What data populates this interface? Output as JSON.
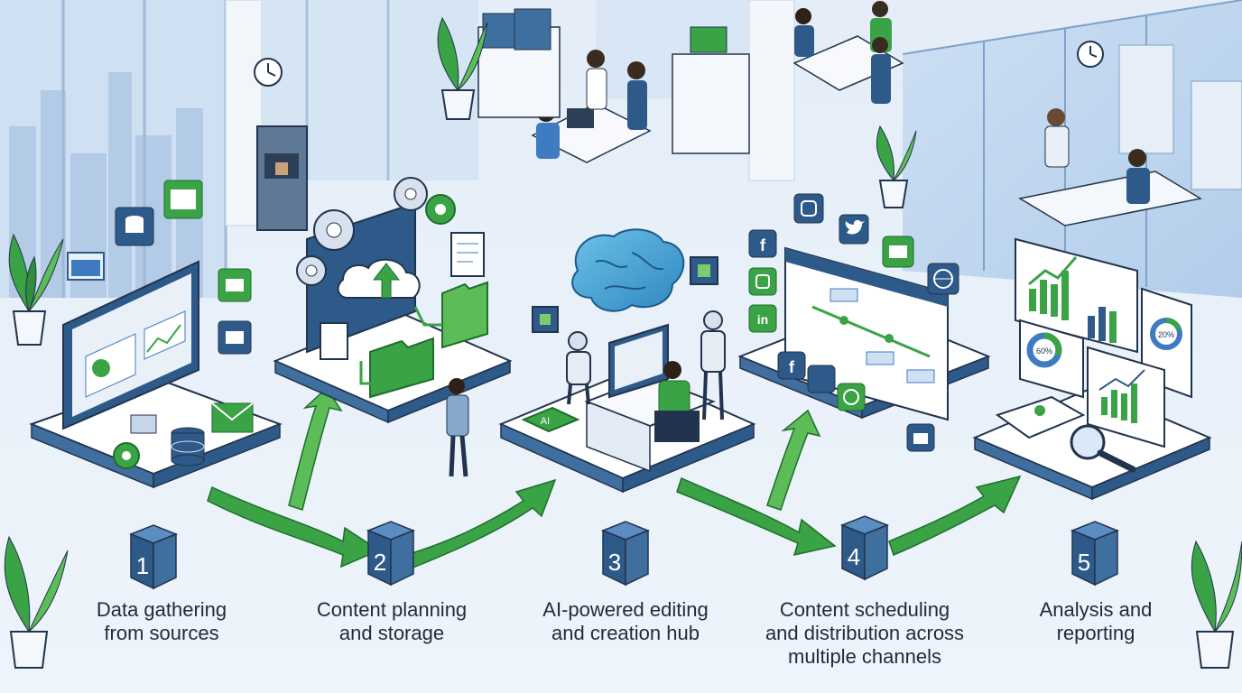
{
  "steps": [
    {
      "number": "1",
      "label": "Data gathering\nfrom sources"
    },
    {
      "number": "2",
      "label": "Content planning\nand storage"
    },
    {
      "number": "3",
      "label": "AI-powered editing\nand creation hub"
    },
    {
      "number": "4",
      "label": "Content scheduling\nand distribution across\nmultiple channels"
    },
    {
      "number": "5",
      "label": "Analysis and\nreporting"
    }
  ],
  "chip_text": "AI",
  "percent_labels": [
    "60%",
    "20%"
  ],
  "colors": {
    "background": "#e9f1fa",
    "navy": "#2e5a8a",
    "blue": "#3f7bc0",
    "green": "#3aa346",
    "light_green": "#7ccc6e",
    "platform": "#f7f9fc",
    "outline": "#22344d"
  },
  "icons": [
    "database-icon",
    "email-icon",
    "gear-icon",
    "cloud-upload-icon",
    "folder-icon",
    "document-icon",
    "brain-icon",
    "robot-icon",
    "chip-icon",
    "facebook-icon",
    "twitter-icon",
    "instagram-icon",
    "linkedin-icon",
    "whatsapp-icon",
    "globe-icon",
    "bar-chart-icon",
    "donut-chart-icon",
    "magnifier-icon",
    "plant-icon",
    "clock-icon"
  ]
}
